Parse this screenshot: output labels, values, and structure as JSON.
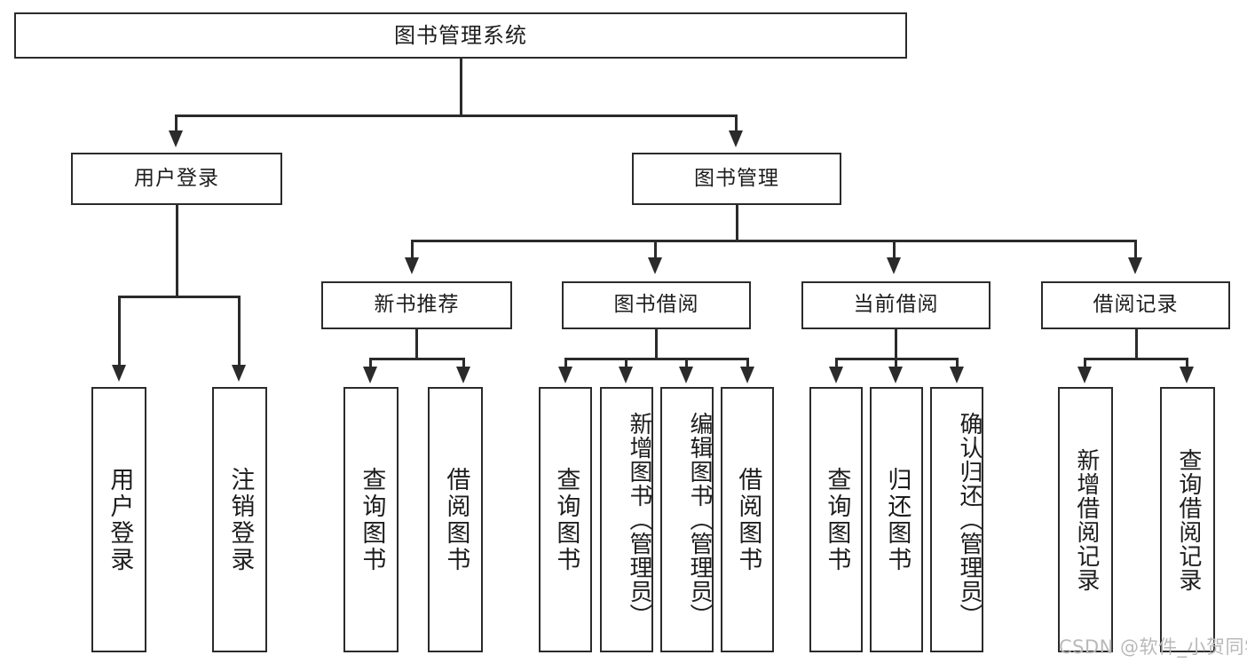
{
  "diagram": {
    "type": "tree",
    "title": "图书管理系统",
    "root": {
      "label": "图书管理系统"
    },
    "level2": [
      {
        "id": "user-login",
        "label": "用户登录"
      },
      {
        "id": "book-manage",
        "label": "图书管理"
      }
    ],
    "level3": [
      {
        "id": "new-book-recommend",
        "label": "新书推荐",
        "parent": "book-manage"
      },
      {
        "id": "book-borrow",
        "label": "图书借阅",
        "parent": "book-manage"
      },
      {
        "id": "current-borrow",
        "label": "当前借阅",
        "parent": "book-manage"
      },
      {
        "id": "borrow-record",
        "label": "借阅记录",
        "parent": "book-manage"
      }
    ],
    "leaves": [
      {
        "id": "leaf-user-login",
        "label": "用户登录",
        "parent": "user-login"
      },
      {
        "id": "leaf-logout",
        "label": "注销登录",
        "parent": "user-login"
      },
      {
        "id": "leaf-query-book-1",
        "label": "查询图书",
        "parent": "new-book-recommend"
      },
      {
        "id": "leaf-borrow-book-1",
        "label": "借阅图书",
        "parent": "new-book-recommend"
      },
      {
        "id": "leaf-query-book-2",
        "label": "查询图书",
        "parent": "book-borrow"
      },
      {
        "id": "leaf-add-book",
        "label": "新增图书（管理员）",
        "parent": "book-borrow"
      },
      {
        "id": "leaf-edit-book",
        "label": "编辑图书（管理员）",
        "parent": "book-borrow"
      },
      {
        "id": "leaf-borrow-book-2",
        "label": "借阅图书",
        "parent": "book-borrow"
      },
      {
        "id": "leaf-query-book-3",
        "label": "查询图书",
        "parent": "current-borrow"
      },
      {
        "id": "leaf-return-book",
        "label": "归还图书",
        "parent": "current-borrow"
      },
      {
        "id": "leaf-confirm-return",
        "label": "确认归还（管理员）",
        "parent": "current-borrow"
      },
      {
        "id": "leaf-add-record",
        "label": "新增借阅记录",
        "parent": "borrow-record"
      },
      {
        "id": "leaf-query-record",
        "label": "查询借阅记录",
        "parent": "borrow-record"
      }
    ]
  },
  "watermark": {
    "text": "CSDN @软件_小贺同学"
  },
  "colors": {
    "border": "#2b2b2b",
    "background": "#ffffff",
    "text": "#1d1d1d",
    "watermark": "#b9b9b9"
  }
}
